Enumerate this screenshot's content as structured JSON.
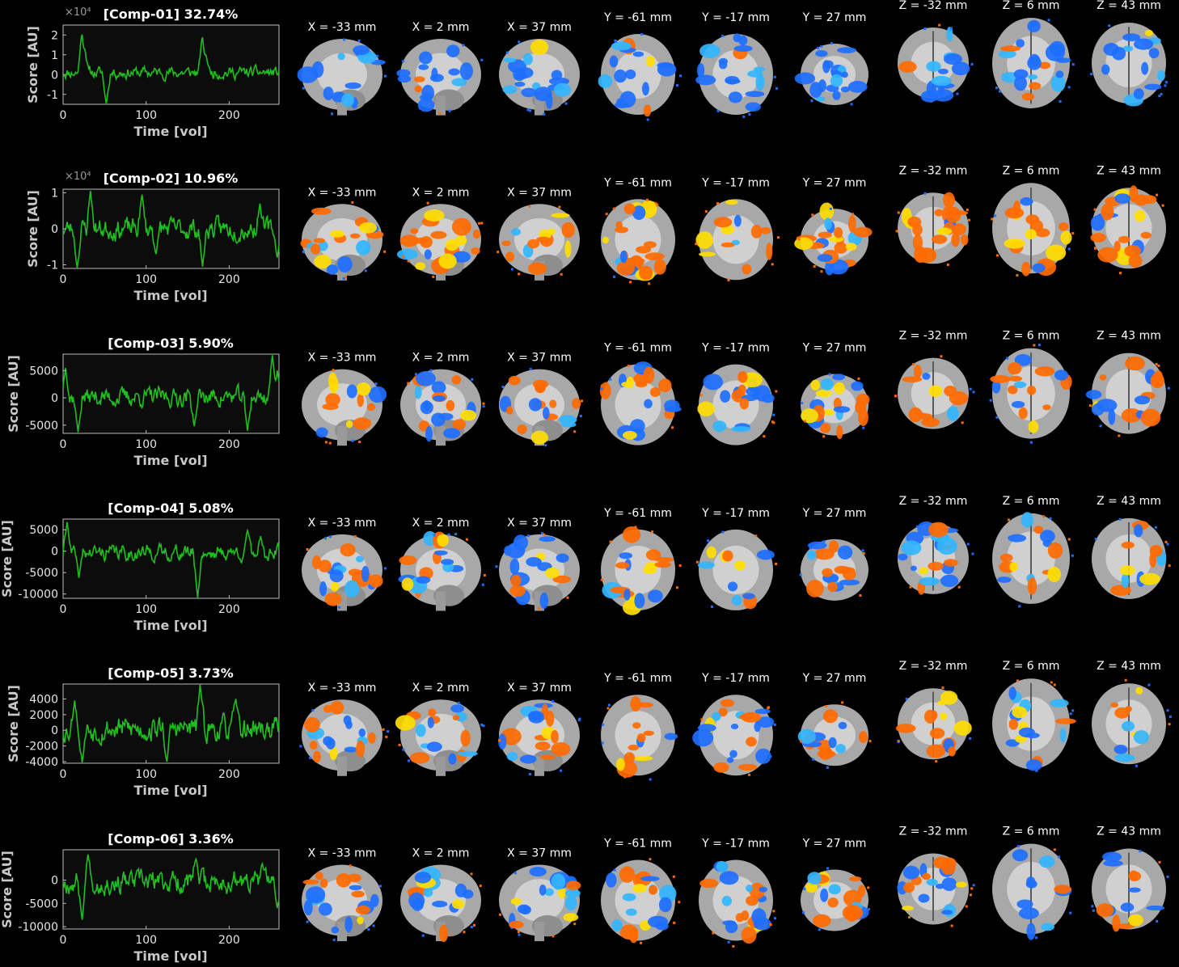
{
  "figure": {
    "slice_labels": [
      "X = -33 mm",
      "X = 2 mm",
      "X = 37 mm",
      "Y = -61 mm",
      "Y = -17 mm",
      "Y = 27 mm",
      "Z = -32 mm",
      "Z = 6 mm",
      "Z = 43 mm"
    ],
    "slice_views": [
      "sagittal",
      "sagittal",
      "sagittal",
      "coronal",
      "coronal",
      "coronal",
      "axial",
      "axial",
      "axial"
    ],
    "colors": {
      "background": "#000000",
      "plot_bg": "#0c0c0c",
      "trace": "#1fbf1f",
      "negative": "#1e6fff",
      "negative_light": "#33b5ff",
      "positive": "#ff6a00",
      "positive_light": "#ffdd00",
      "brain": "#a8a8a8"
    }
  },
  "chart_data": [
    {
      "type": "line",
      "title": "[Comp-01] 32.74%",
      "xlabel": "Time [vol]",
      "ylabel": "Score [AU]",
      "exponent": "×10⁴",
      "xlim": [
        0,
        260
      ],
      "ylim": [
        -1.5,
        2.5
      ],
      "xticks": [
        0,
        100,
        200
      ],
      "xtick_labels": [
        "0",
        "100",
        "200"
      ],
      "yticks": [
        -1,
        0,
        1,
        2
      ],
      "ytick_labels": [
        "-1",
        "0",
        "1",
        "2"
      ],
      "seed": 11,
      "noise": 0.28,
      "spikes": [
        [
          23,
          2.5
        ],
        [
          26,
          1.3
        ],
        [
          52,
          -1.5
        ],
        [
          168,
          2.1
        ],
        [
          172,
          1.0
        ]
      ]
    },
    {
      "type": "line",
      "title": "[Comp-02] 10.96%",
      "xlabel": "Time [vol]",
      "ylabel": "Score [AU]",
      "exponent": "×10⁴",
      "xlim": [
        0,
        260
      ],
      "ylim": [
        -1.1,
        1.1
      ],
      "xticks": [
        0,
        100,
        200
      ],
      "xtick_labels": [
        "0",
        "100",
        "200"
      ],
      "yticks": [
        -1,
        0,
        1
      ],
      "ytick_labels": [
        "-1",
        "0",
        "1"
      ],
      "seed": 23,
      "noise": 0.28,
      "spikes": [
        [
          17,
          -1.1
        ],
        [
          33,
          1.05
        ],
        [
          95,
          0.95
        ],
        [
          112,
          -0.7
        ],
        [
          168,
          -1.05
        ],
        [
          237,
          0.7
        ],
        [
          258,
          -0.8
        ]
      ]
    },
    {
      "type": "line",
      "title": "[Comp-03] 5.90%",
      "xlabel": "Time [vol]",
      "ylabel": "Score [AU]",
      "exponent": "",
      "xlim": [
        0,
        260
      ],
      "ylim": [
        -6500,
        8000
      ],
      "xticks": [
        0,
        100,
        200
      ],
      "xtick_labels": [
        "0",
        "100",
        "200"
      ],
      "yticks": [
        -5000,
        0,
        5000
      ],
      "ytick_labels": [
        "-5000",
        "0",
        "5000"
      ],
      "seed": 37,
      "noise": 1600,
      "spikes": [
        [
          3,
          5500
        ],
        [
          18,
          -6300
        ],
        [
          158,
          -5200
        ],
        [
          222,
          -6000
        ],
        [
          252,
          7800
        ],
        [
          258,
          5000
        ]
      ]
    },
    {
      "type": "line",
      "title": "[Comp-04] 5.08%",
      "xlabel": "Time [vol]",
      "ylabel": "Score [AU]",
      "exponent": "",
      "xlim": [
        0,
        260
      ],
      "ylim": [
        -11000,
        7500
      ],
      "xticks": [
        0,
        100,
        200
      ],
      "xtick_labels": [
        "0",
        "100",
        "200"
      ],
      "yticks": [
        -10000,
        -5000,
        0,
        5000
      ],
      "ytick_labels": [
        "-10000",
        "-5000",
        "0",
        "5000"
      ],
      "seed": 41,
      "noise": 1700,
      "spikes": [
        [
          5,
          6800
        ],
        [
          19,
          -6200
        ],
        [
          162,
          -11000
        ],
        [
          222,
          4800
        ],
        [
          238,
          3500
        ]
      ]
    },
    {
      "type": "line",
      "title": "[Comp-05] 3.73%",
      "xlabel": "Time [vol]",
      "ylabel": "Score [AU]",
      "exponent": "",
      "xlim": [
        0,
        260
      ],
      "ylim": [
        -4200,
        5900
      ],
      "xticks": [
        0,
        100,
        200
      ],
      "xtick_labels": [
        "0",
        "100",
        "200"
      ],
      "yticks": [
        -4000,
        -2000,
        0,
        2000,
        4000
      ],
      "ytick_labels": [
        "-4000",
        "-2000",
        "0",
        "2000",
        "4000"
      ],
      "seed": 53,
      "noise": 1500,
      "spikes": [
        [
          14,
          3800
        ],
        [
          23,
          -4100
        ],
        [
          125,
          -4000
        ],
        [
          165,
          5800
        ],
        [
          208,
          4000
        ]
      ]
    },
    {
      "type": "line",
      "title": "[Comp-06] 3.36%",
      "xlabel": "Time [vol]",
      "ylabel": "Score [AU]",
      "exponent": "",
      "xlim": [
        0,
        260
      ],
      "ylim": [
        -10500,
        6500
      ],
      "xticks": [
        0,
        100,
        200
      ],
      "xtick_labels": [
        "0",
        "100",
        "200"
      ],
      "yticks": [
        -10000,
        -5000,
        0
      ],
      "ytick_labels": [
        "-10000",
        "-5000",
        "0"
      ],
      "seed": 67,
      "noise": 2300,
      "spikes": [
        [
          23,
          -8500
        ],
        [
          30,
          5500
        ],
        [
          160,
          4500
        ],
        [
          240,
          3500
        ],
        [
          258,
          -6000
        ]
      ]
    }
  ],
  "brain_maps": [
    {
      "seed": 101,
      "positive": 0.04,
      "negative": 0.42,
      "mixed": false
    },
    {
      "seed": 202,
      "positive": 0.42,
      "negative": 0.08,
      "mixed": false
    },
    {
      "seed": 303,
      "positive": 0.22,
      "negative": 0.22,
      "mixed": true
    },
    {
      "seed": 404,
      "positive": 0.2,
      "negative": 0.24,
      "mixed": true
    },
    {
      "seed": 505,
      "positive": 0.24,
      "negative": 0.2,
      "mixed": true
    },
    {
      "seed": 606,
      "positive": 0.24,
      "negative": 0.26,
      "mixed": true
    }
  ]
}
